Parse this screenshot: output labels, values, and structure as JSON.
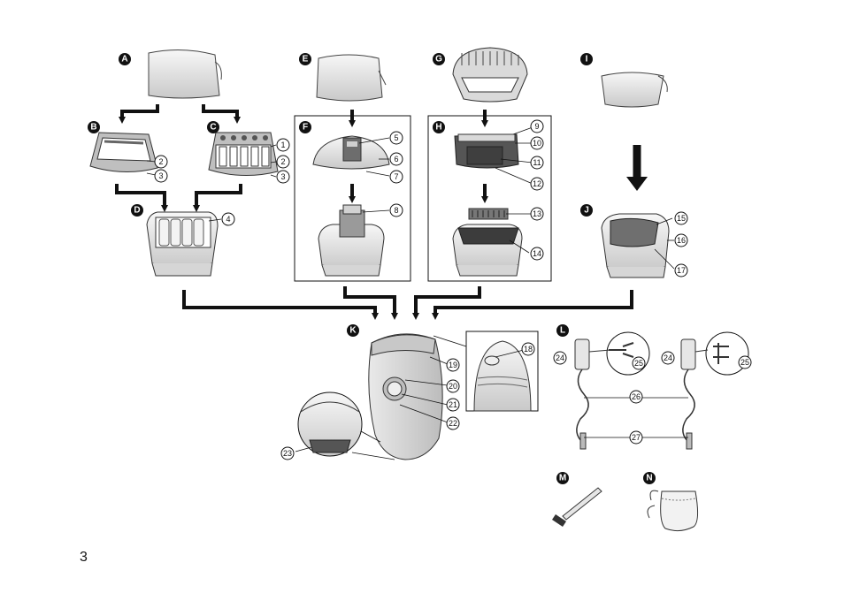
{
  "page_number": "3",
  "labels": {
    "A": "A",
    "B": "B",
    "C": "C",
    "D": "D",
    "E": "E",
    "F": "F",
    "G": "G",
    "H": "H",
    "I": "I",
    "J": "J",
    "K": "K",
    "L": "L",
    "M": "M",
    "N": "N"
  },
  "callouts": {
    "n1": "1",
    "n2": "2",
    "n3": "3",
    "n4": "4",
    "n5": "5",
    "n6": "6",
    "n7": "7",
    "n8": "8",
    "n9": "9",
    "n10": "10",
    "n11": "11",
    "n12": "12",
    "n13": "13",
    "n14": "14",
    "n15": "15",
    "n16": "16",
    "n17": "17",
    "n18": "18",
    "n19": "19",
    "n20": "20",
    "n21": "21",
    "n22": "22",
    "n23": "23",
    "n24": "24",
    "n25": "25",
    "n26": "26",
    "n27": "27"
  },
  "colors": {
    "ink": "#111111",
    "panel": "#e6e6e6",
    "shade": "#bdbdbd",
    "dark": "#555555"
  }
}
